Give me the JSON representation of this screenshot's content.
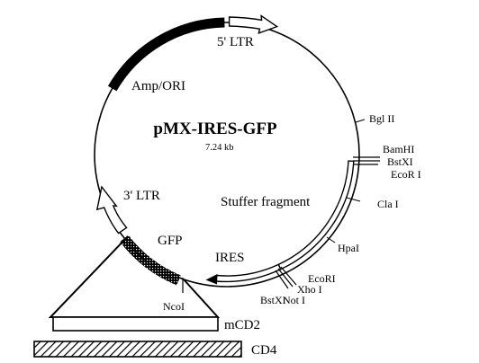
{
  "plasmid": {
    "name": "pMX-IRES-GFP",
    "size": "7.24 kb"
  },
  "features": {
    "ltr5": "5' LTR",
    "amp_ori": "Amp/ORI",
    "ltr3": "3' LTR",
    "gfp": "GFP",
    "ires": "IRES",
    "stuffer": "Stuffer fragment"
  },
  "sites": {
    "bgl2": "Bgl II",
    "bamhi": "BamHI",
    "bstxi_top": "BstXI",
    "ecor1_top": "EcoR I",
    "cla1": "Cla I",
    "hpai": "HpaI",
    "ecori_bottom": "EcoRI",
    "xho1": "Xho I",
    "not1": "Not I",
    "bstxi_bottom": "BstXI",
    "ncoi": "NcoI"
  },
  "inserts": {
    "mcd2": "mCD2",
    "cd4": "CD4"
  }
}
